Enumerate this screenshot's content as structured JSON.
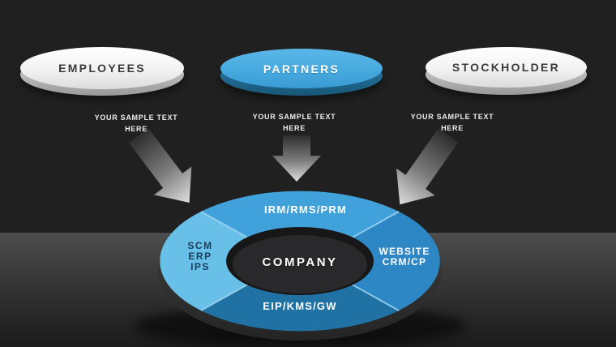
{
  "scene": {
    "background_color": "#202020",
    "floor_color_top": "#4d4d4d",
    "floor_color_bottom": "#1b1b1b"
  },
  "sources": [
    {
      "label": "EMPLOYEES",
      "caption": [
        "YOUR  SAMPLE  TEXT",
        "HERE"
      ],
      "face_color": "#f2f2f2",
      "text_color": "#3a3a3a"
    },
    {
      "label": "PARTNERS",
      "caption": [
        "YOUR  SAMPLE  TEXT",
        "HERE"
      ],
      "face_color": "#47aadf",
      "text_color": "#ffffff"
    },
    {
      "label": "STOCKHOLDER",
      "caption": [
        "YOUR  SAMPLE  TEXT",
        "HERE"
      ],
      "face_color": "#f2f2f2",
      "text_color": "#3a3a3a"
    }
  ],
  "arrows": [
    {
      "name": "down-right-arrow-icon",
      "gradient_from": "#2e2e2e",
      "gradient_to": "#dedede"
    },
    {
      "name": "down-arrow-icon",
      "gradient_from": "#2e2e2e",
      "gradient_to": "#dedede"
    },
    {
      "name": "down-left-arrow-icon",
      "gradient_from": "#2e2e2e",
      "gradient_to": "#dedede"
    }
  ],
  "hub": {
    "center_label": "COMPANY",
    "hole_color": "#29292b",
    "divider_color": "#9dd6f2",
    "segments": {
      "top": {
        "label": "IRM/RMS/PRM",
        "color": "#41a2db",
        "text_color": "#ffffff"
      },
      "right": {
        "label_lines": [
          "WEBSITE",
          "CRM/CP"
        ],
        "color": "#2d87c5",
        "text_color": "#ffffff"
      },
      "bottom": {
        "label": "EIP/KMS/GW",
        "color": "#2172a4",
        "text_color": "#ffffff"
      },
      "left": {
        "label_lines": [
          "SCM",
          "ERP",
          "IPS"
        ],
        "color": "#68bfe8",
        "text_color": "#1a3d58"
      }
    }
  }
}
